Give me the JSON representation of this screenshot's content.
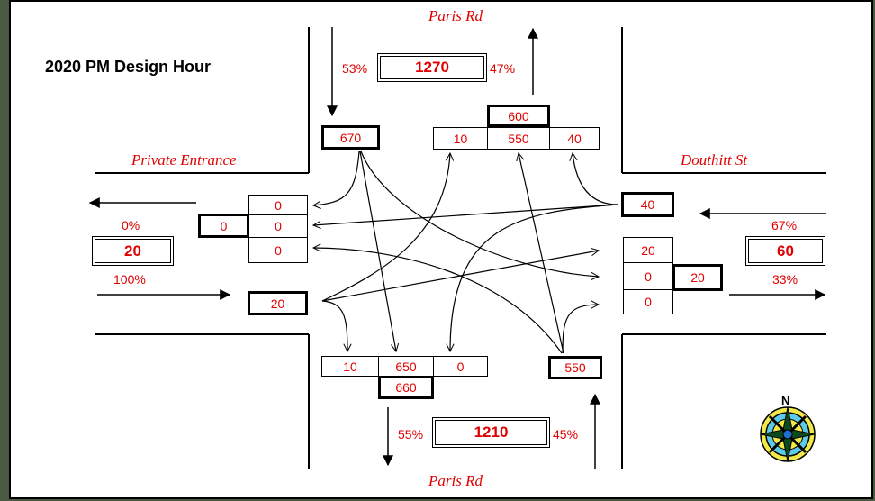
{
  "title": "2020 PM Design Hour",
  "streets": {
    "north": "Paris Rd",
    "south": "Paris Rd",
    "west": "Private Entrance",
    "east": "Douthitt St"
  },
  "north_leg": {
    "total": "1270",
    "pct_in": "53%",
    "pct_out": "47%",
    "approach": "670",
    "departure": "600",
    "departure_breakdown": [
      "10",
      "550",
      "40"
    ]
  },
  "south_leg": {
    "total": "1210",
    "pct_out": "55%",
    "pct_in": "45%",
    "approach": "550",
    "departure": "660",
    "departure_breakdown": [
      "10",
      "650",
      "0"
    ]
  },
  "west_leg": {
    "total": "20",
    "pct_out": "0%",
    "pct_in": "100%",
    "approach": "20",
    "departure": "0",
    "departure_breakdown": [
      "0",
      "0",
      "0"
    ]
  },
  "east_leg": {
    "total": "60",
    "pct_in": "67%",
    "pct_out": "33%",
    "approach": "40",
    "departure": "20",
    "departure_breakdown": [
      "20",
      "0",
      "0"
    ]
  },
  "compass": {
    "label": "N",
    "icon": "compass-rose-icon"
  },
  "colors": {
    "value": "#e00000",
    "line": "#000000",
    "background": "#ffffff"
  }
}
